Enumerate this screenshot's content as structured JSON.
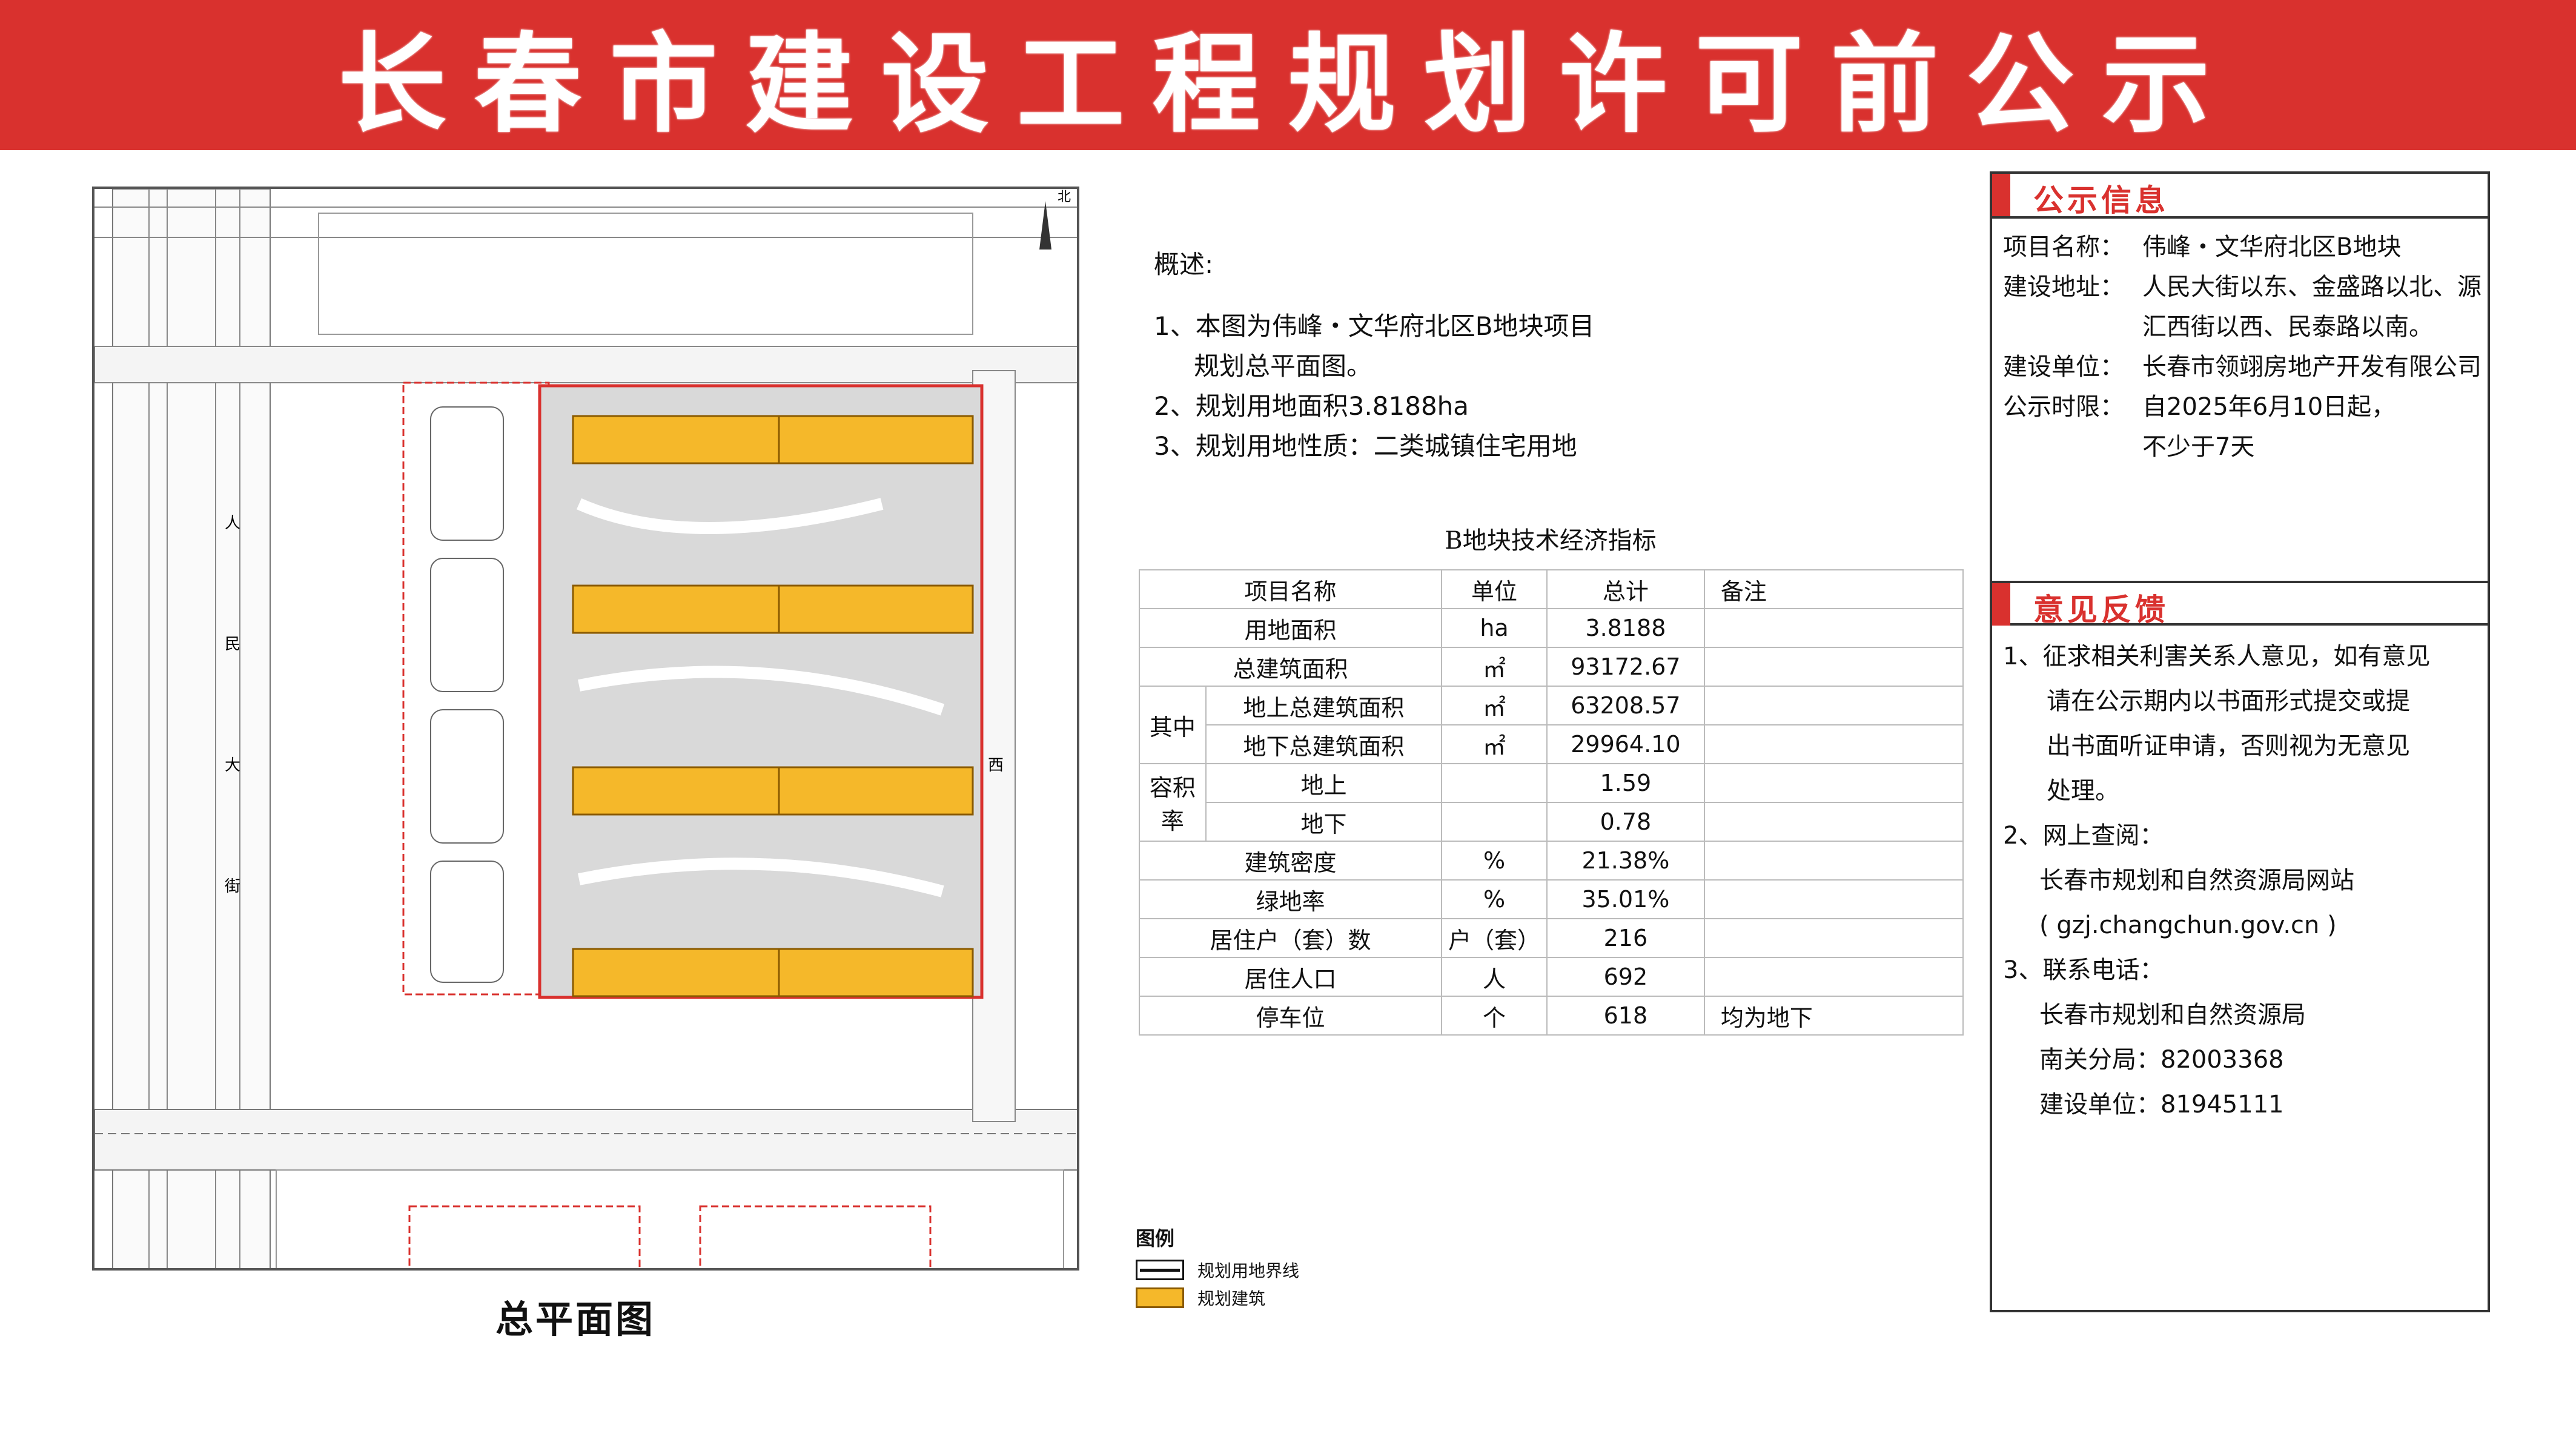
{
  "banner": {
    "title": "长春市建设工程规划许可前公示"
  },
  "map": {
    "caption": "总平面图",
    "north_label": "北",
    "road_label_chars": [
      "人",
      "民",
      "大",
      "街"
    ],
    "west_road_chars": [
      "西"
    ],
    "building_color": "#f5b82a",
    "boundary_color": "#d9312e"
  },
  "overview": {
    "title": "概述:",
    "items": [
      "1、本图为伟峰・文华府北区B地块项目",
      "规划总平面图。",
      "2、规划用地面积3.8188ha",
      "3、规划用地性质：二类城镇住宅用地"
    ]
  },
  "table": {
    "title": "B地块技术经济指标",
    "headers": [
      "项目名称",
      "单位",
      "总计",
      "备注"
    ],
    "rows": {
      "land_area": {
        "name": "用地面积",
        "unit": "ha",
        "total": "3.8188",
        "note": ""
      },
      "total_gfa": {
        "name": "总建筑面积",
        "unit": "㎡",
        "total": "93172.67",
        "note": ""
      },
      "group_label": "其中",
      "above_gfa": {
        "name": "地上总建筑面积",
        "unit": "㎡",
        "total": "63208.57",
        "note": ""
      },
      "below_gfa": {
        "name": "地下总建筑面积",
        "unit": "㎡",
        "total": "29964.10",
        "note": ""
      },
      "far_label": "容积率",
      "far_above": {
        "name": "地上",
        "total": "1.59"
      },
      "far_below": {
        "name": "地下",
        "total": "0.78"
      },
      "density": {
        "name": "建筑密度",
        "unit": "%",
        "total": "21.38%",
        "note": ""
      },
      "green": {
        "name": "绿地率",
        "unit": "%",
        "total": "35.01%",
        "note": ""
      },
      "households": {
        "name": "居住户（套）数",
        "unit": "户（套）",
        "total": "216",
        "note": ""
      },
      "population": {
        "name": "居住人口",
        "unit": "人",
        "total": "692",
        "note": ""
      },
      "parking": {
        "name": "停车位",
        "unit": "个",
        "total": "618",
        "note": "均为地下"
      }
    }
  },
  "legend": {
    "title": "图例",
    "items": [
      "规划用地界线",
      "规划建筑"
    ]
  },
  "info": {
    "section_title": "公示信息",
    "project_name_k": "项目名称：",
    "project_name_v": "伟峰・文华府北区B地块",
    "address_k": "建设地址：",
    "address_v": "人民大街以东、金盛路以北、源汇西街以西、民泰路以南。",
    "builder_k": "建设单位：",
    "builder_v": "长春市领翊房地产开发有限公司",
    "period_k": "公示时限：",
    "period_v1": "自2025年6月10日起，",
    "period_v2": "不少于7天"
  },
  "feedback": {
    "section_title": "意见反馈",
    "item1_a": "1、征求相关利害关系人意见，如有意见",
    "item1_b": "请在公示期内以书面形式提交或提",
    "item1_c": "出书面听证申请，否则视为无意见",
    "item1_d": "处理。",
    "item2": "2、网上查阅：",
    "item2_site": "长春市规划和自然资源局网站",
    "item2_url": "( gzj.changchun.gov.cn )",
    "item3": "3、联系电话：",
    "item3_org": "长春市规划和自然资源局",
    "item3_nanguan": "南关分局：82003368",
    "item3_builder": "建设单位：81945111"
  }
}
